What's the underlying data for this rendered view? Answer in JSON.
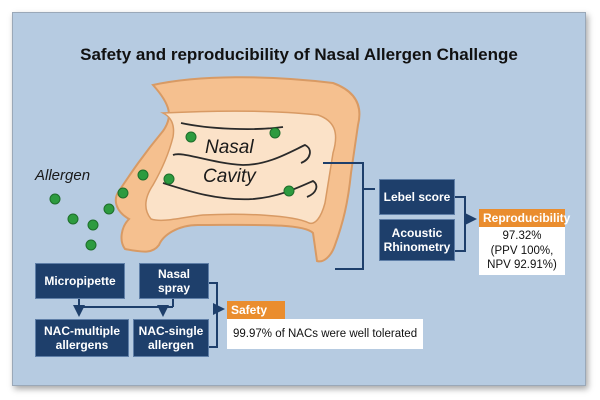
{
  "title": "Safety and reproducibility of Nasal Allergen Challenge",
  "nose": {
    "label_line1": "Nasal",
    "label_line2": "Cavity",
    "allergen_label": "Allergen"
  },
  "colors": {
    "background": "#b6cbe1",
    "navy": "#1e3f6b",
    "orange": "#ea8d2e",
    "nose_fill": "#f5c08f",
    "nose_outline": "#d89a64",
    "dot": "#2d9b3f"
  },
  "delivery": {
    "micropipette": "Micropipette",
    "nasal_spray_line1": "Nasal",
    "nasal_spray_line2": "spray",
    "nac_multiple_line1": "NAC-multiple",
    "nac_multiple_line2": "allergens",
    "nac_single_line1": "NAC-single",
    "nac_single_line2": "allergen"
  },
  "safety": {
    "label": "Safety",
    "text": "99.97% of NACs were well tolerated"
  },
  "assessment": {
    "lebel_score": "Lebel score",
    "acoustic_line1": "Acoustic",
    "acoustic_line2": "Rhinometry"
  },
  "reproducibility": {
    "label": "Reproducibility",
    "line1": "97.32%",
    "line2": "(PPV 100%,",
    "line3": "NPV 92.91%)"
  }
}
